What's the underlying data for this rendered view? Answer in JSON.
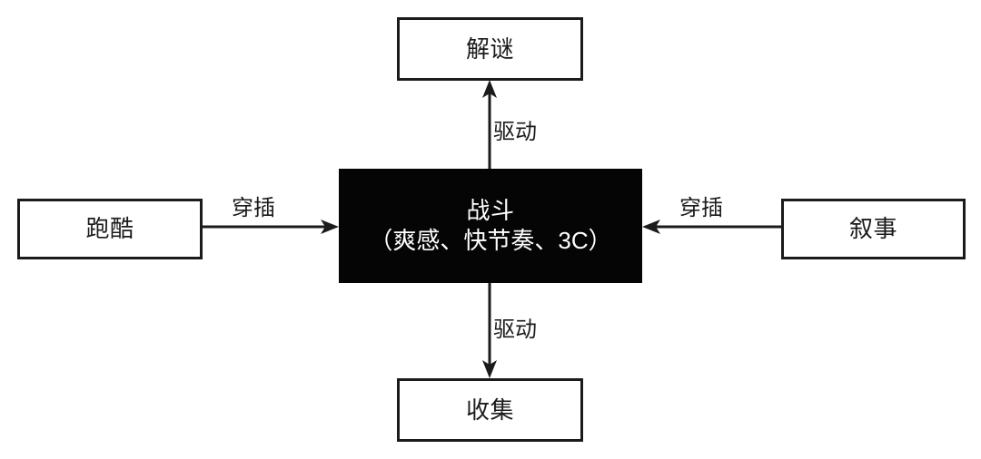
{
  "diagram": {
    "type": "flow-diagram",
    "title": "",
    "background_color": "#ffffff",
    "core_fill_color": "#050505",
    "core_text_color": "#ffffff",
    "stroke_color": "#1b1b1b",
    "nodes": {
      "center": {
        "label": "战斗",
        "sublabel": "（爽感、快节奏、3C）",
        "style": "filled-black"
      },
      "top": {
        "label": "解谜",
        "style": "outlined"
      },
      "bottom": {
        "label": "收集",
        "style": "outlined"
      },
      "left": {
        "label": "跑酷",
        "style": "outlined"
      },
      "right": {
        "label": "叙事",
        "style": "outlined"
      }
    },
    "edges": [
      {
        "id": "center-to-top",
        "from": "center",
        "to": "top",
        "label": "驱动",
        "direction": "up"
      },
      {
        "id": "center-to-bottom",
        "from": "center",
        "to": "bottom",
        "label": "驱动",
        "direction": "down"
      },
      {
        "id": "left-to-center",
        "from": "left",
        "to": "center",
        "label": "穿插",
        "direction": "right"
      },
      {
        "id": "right-to-center",
        "from": "right",
        "to": "center",
        "label": "穿插",
        "direction": "left"
      }
    ]
  }
}
